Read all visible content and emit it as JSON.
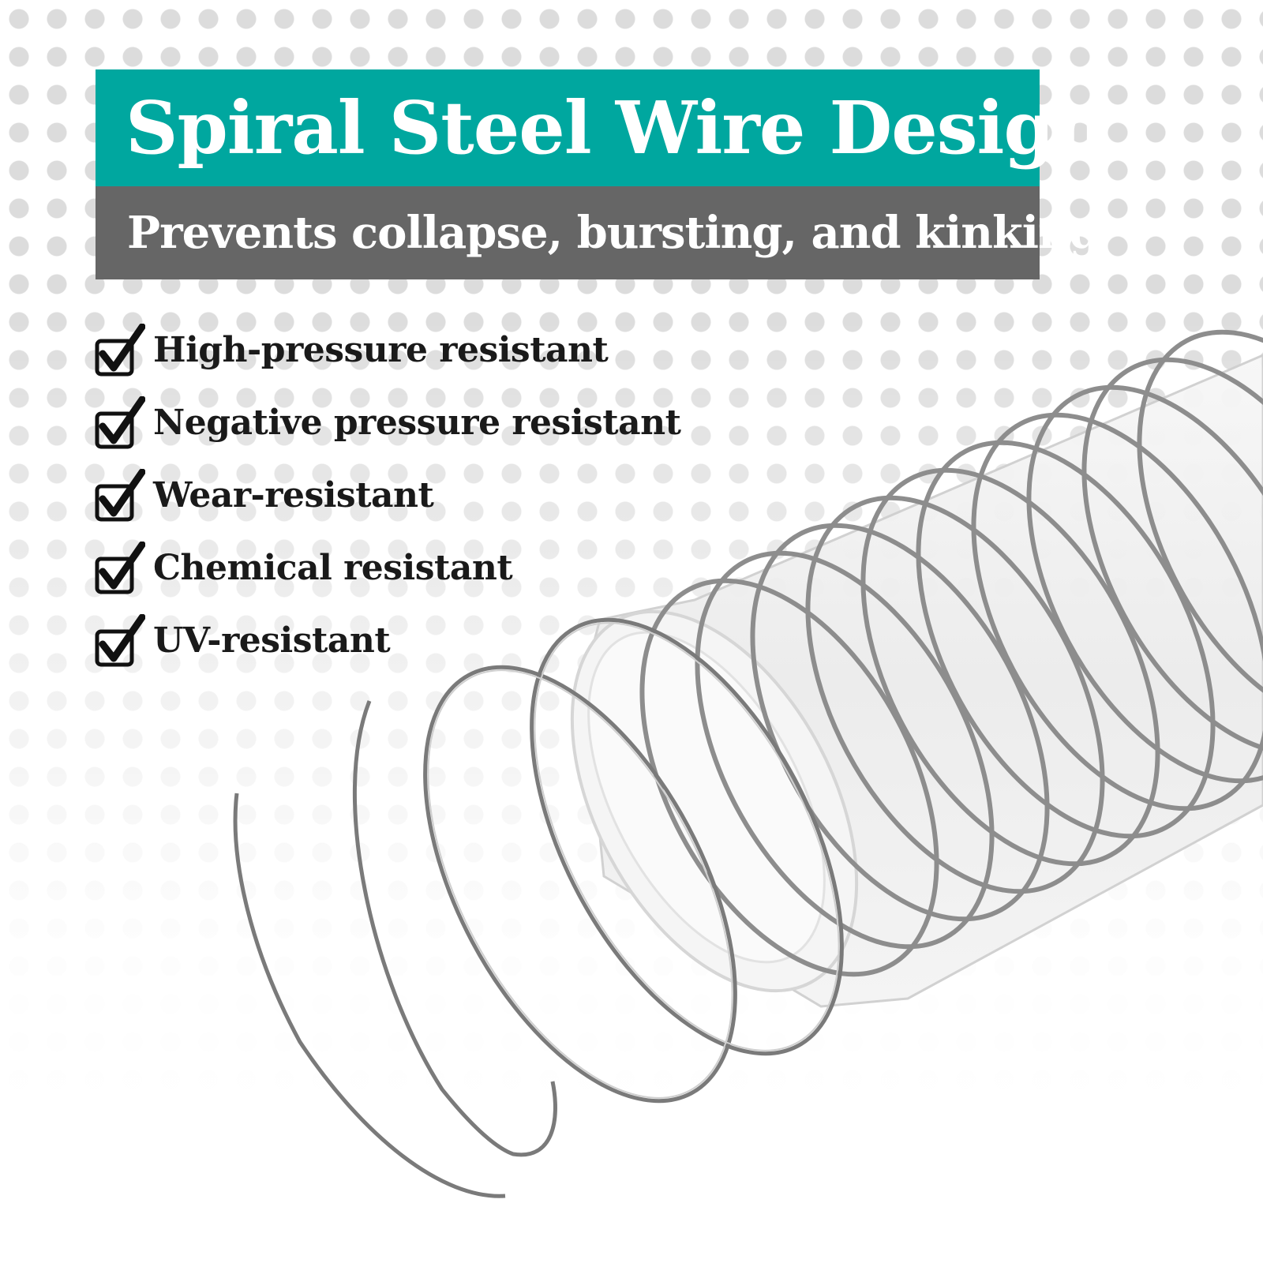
{
  "banner": {
    "title": "Spiral Steel Wire Design",
    "subtitle": "Prevents collapse, bursting, and kinking",
    "title_color": "#00a79f",
    "subtitle_color": "#666666"
  },
  "features": [
    {
      "label": "High-pressure resistant",
      "icon": "checkbox-checked-icon"
    },
    {
      "label": "Negative pressure resistant",
      "icon": "checkbox-checked-icon"
    },
    {
      "label": "Wear-resistant",
      "icon": "checkbox-checked-icon"
    },
    {
      "label": "Chemical resistant",
      "icon": "checkbox-checked-icon"
    },
    {
      "label": "UV-resistant",
      "icon": "checkbox-checked-icon"
    }
  ]
}
